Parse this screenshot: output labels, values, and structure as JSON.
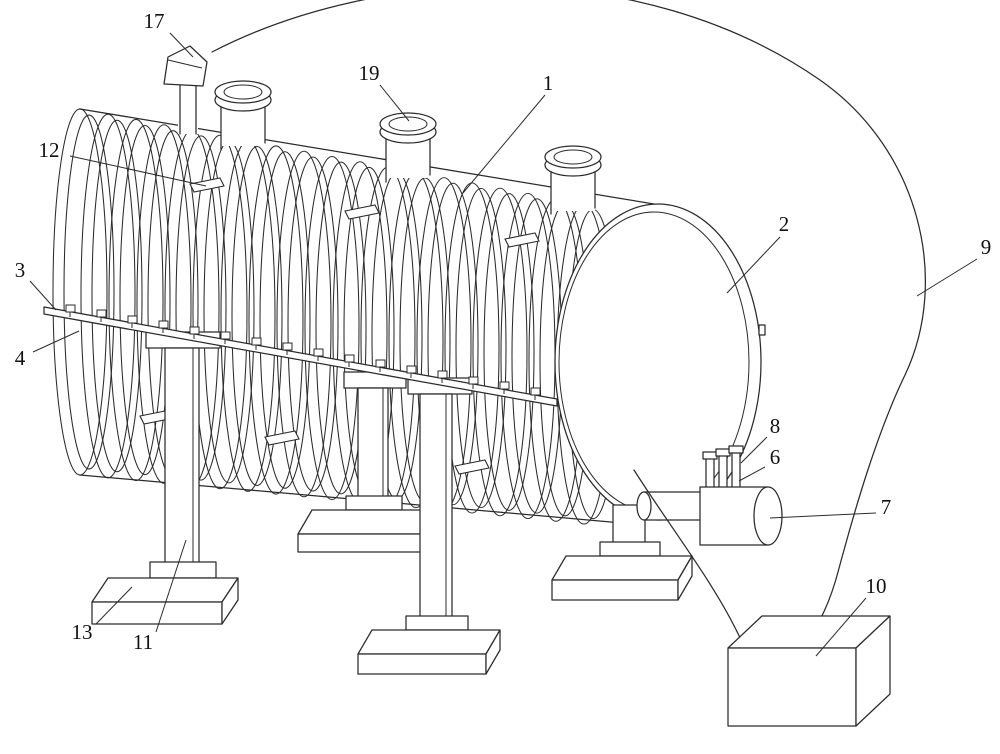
{
  "figure": {
    "background_color": "#ffffff",
    "line_color": "#2b2b2b",
    "label_color": "#111111"
  },
  "callouts": [
    {
      "id": "17",
      "label": "17"
    },
    {
      "id": "19",
      "label": "19"
    },
    {
      "id": "1",
      "label": "1"
    },
    {
      "id": "12",
      "label": "12"
    },
    {
      "id": "2",
      "label": "2"
    },
    {
      "id": "9",
      "label": "9"
    },
    {
      "id": "3",
      "label": "3"
    },
    {
      "id": "4",
      "label": "4"
    },
    {
      "id": "8",
      "label": "8"
    },
    {
      "id": "6",
      "label": "6"
    },
    {
      "id": "7",
      "label": "7"
    },
    {
      "id": "10",
      "label": "10"
    },
    {
      "id": "13",
      "label": "13"
    },
    {
      "id": "11",
      "label": "11"
    }
  ]
}
